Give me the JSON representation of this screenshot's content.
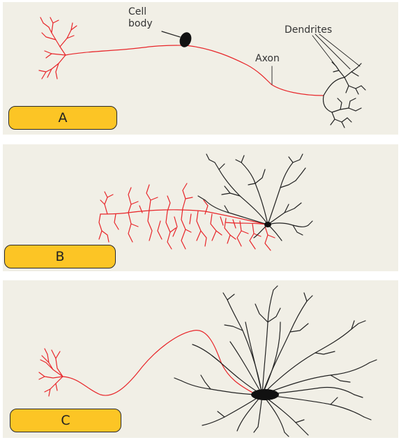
{
  "panels": [
    {
      "label": "A",
      "annotations": {
        "cell_body": "Cell\nbody",
        "axon": "Axon",
        "dendrites": "Dendrites"
      }
    },
    {
      "label": "B"
    },
    {
      "label": "C"
    }
  ],
  "colors": {
    "axon": "#e8262a",
    "dendrite": "#222222",
    "panel_bg": "#f1efe6",
    "label_bg": "#fcc525"
  }
}
